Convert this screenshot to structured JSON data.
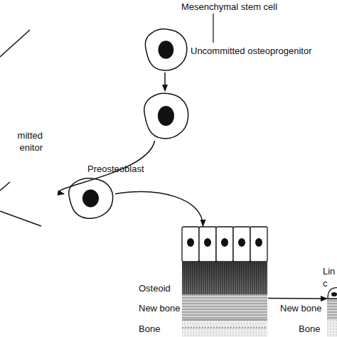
{
  "diagram": {
    "nodes": [
      {
        "text": [
          "Mesenchymal stem cell",
          "Uncommitted osteoprogenitor"
        ]
      },
      {
        "text": [
          "mitted enitor"
        ]
      },
      {
        "text": [
          "Preosteoblast"
        ]
      },
      {
        "text": [
          "Osteoid",
          "New bone",
          "Bone"
        ]
      },
      {
        "text": [
          "Lin c",
          "New bone",
          "Bone"
        ]
      }
    ],
    "edges": [
      {
        "from": 0,
        "to": 1,
        "arrow": "to"
      },
      {
        "from": 1,
        "to": 2,
        "arrow": "to"
      },
      {
        "from": 2,
        "to": 3,
        "arrow": "to"
      },
      {
        "from": 3,
        "to": 4,
        "arrow": "to"
      }
    ]
  }
}
